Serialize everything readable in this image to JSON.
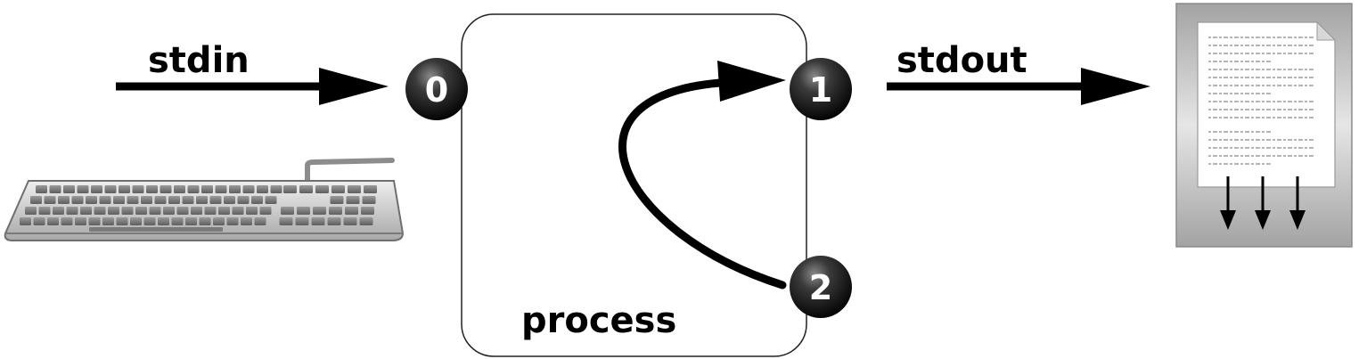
{
  "diagram": {
    "stdin_label": "stdin",
    "stdout_label": "stdout",
    "process_label": "process",
    "fd_stdin": "0",
    "fd_stdout": "1",
    "fd_stderr": "2"
  },
  "icons": {
    "input_device": "keyboard-icon",
    "output_device": "document-printer-icon"
  }
}
